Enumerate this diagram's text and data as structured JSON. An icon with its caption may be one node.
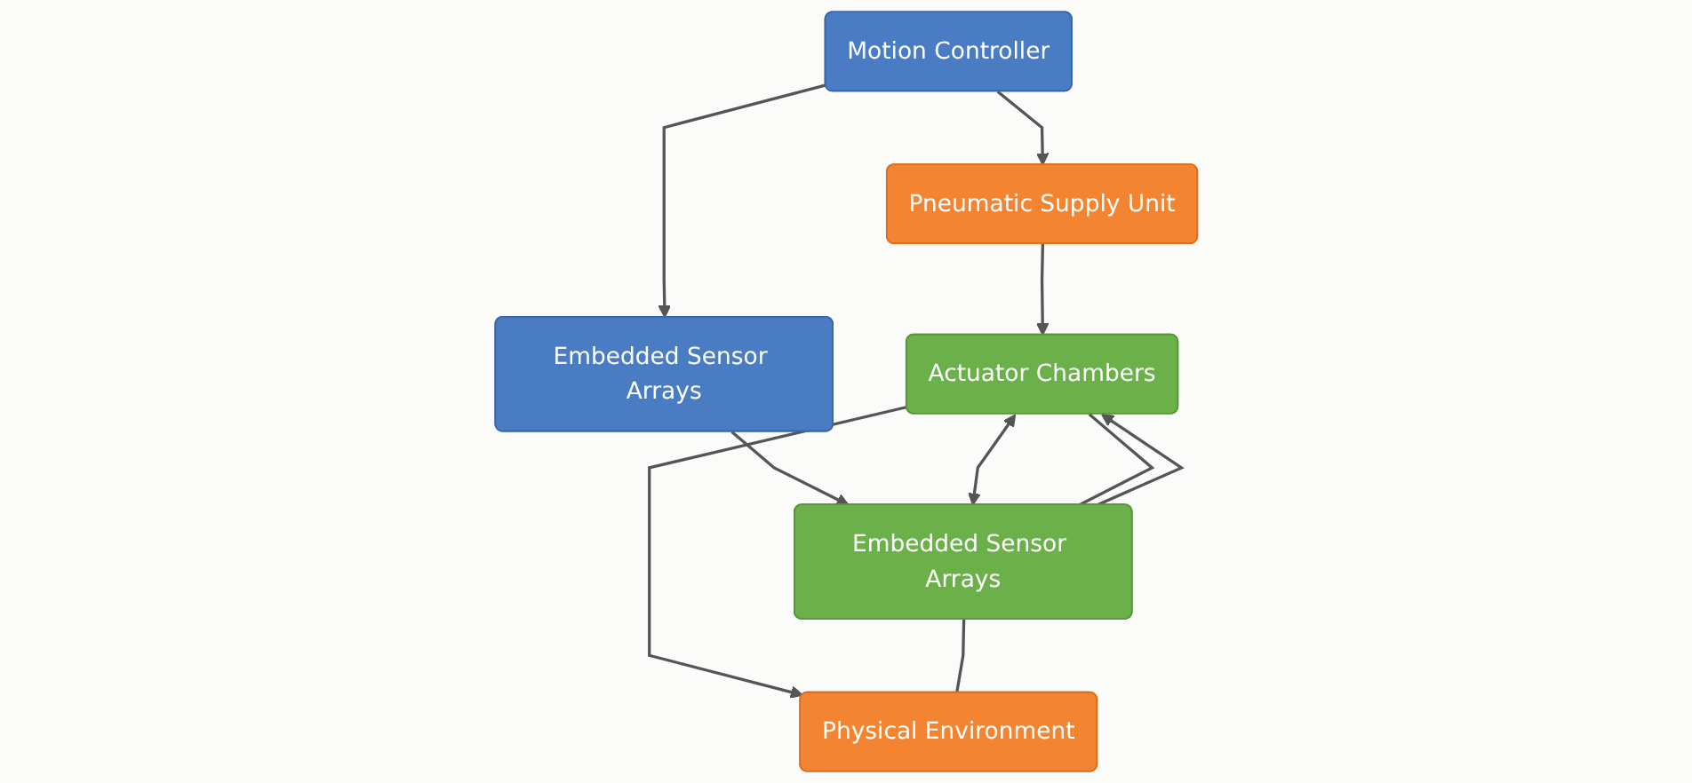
{
  "diagram": {
    "nodes": [
      {
        "text": [
          "Motion Controller"
        ]
      },
      {
        "text": [
          "Pneumatic Supply Unit"
        ]
      },
      {
        "text": [
          "Actuator Chambers"
        ]
      },
      {
        "text": [
          "Embedded Sensor Arrays"
        ]
      },
      {
        "text": [
          "Embedded Sensor Arrays"
        ]
      },
      {
        "text": [
          "Physical Environment"
        ]
      }
    ],
    "edges": [
      {
        "from": 0,
        "to": 1,
        "arrow": "to"
      },
      {
        "from": 1,
        "to": 2,
        "arrow": "to"
      },
      {
        "from": 0,
        "to": 3,
        "arrow": "to"
      },
      {
        "from": 3,
        "to": 4,
        "arrow": "to"
      },
      {
        "from": 4,
        "to": 2,
        "arrow": "none"
      },
      {
        "from": 4,
        "to": 2,
        "arrow": "to"
      },
      {
        "from": 2,
        "to": 4,
        "arrow": "both"
      },
      {
        "from": 2,
        "to": 5,
        "arrow": "to"
      },
      {
        "from": 4,
        "to": 5,
        "arrow": "none"
      }
    ]
  }
}
